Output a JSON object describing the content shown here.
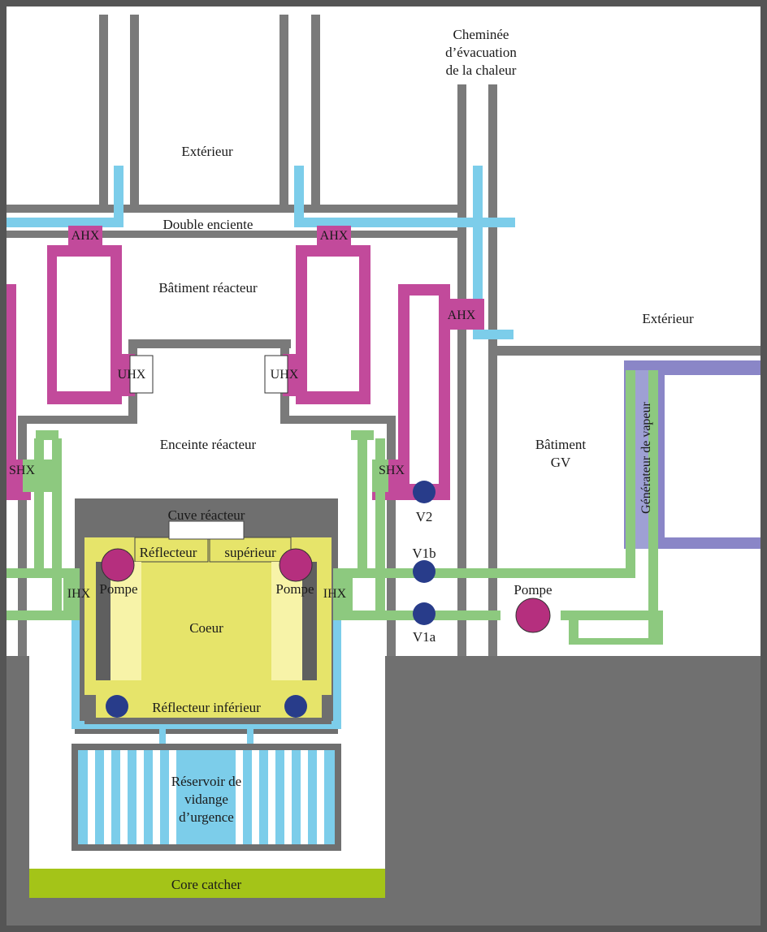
{
  "labels": {
    "chimney": [
      "Cheminée",
      "d’évacuation",
      "de la chaleur"
    ],
    "exterior_top": "Extérieur",
    "exterior_right": "Extérieur",
    "double_enclosure": "Double enciente",
    "reactor_building": "Bâtiment réacteur",
    "reactor_enclosure": "Enceinte réacteur",
    "sg_building": [
      "Bâtiment",
      "GV"
    ],
    "steam_generator": "Générateur de vapeur",
    "vessel": "Cuve réacteur",
    "upper_reflector_left": "Réflecteur",
    "upper_reflector_right": "supérieur",
    "core": "Coeur",
    "lower_reflector": "Réflecteur inférieur",
    "pump_left": "Pompe",
    "pump_right": "Pompe",
    "pump_sg": "Pompe",
    "tank": [
      "Réservoir de",
      "vidange",
      "d’urgence"
    ],
    "core_catcher": "Core catcher",
    "ahx_1": "AHX",
    "ahx_2": "AHX",
    "ahx_3": "AHX",
    "uhx_left": "UHX",
    "uhx_right": "UHX",
    "shx_left": "SHX",
    "shx_right": "SHX",
    "ihx_left": "IHX",
    "ihx_right": "IHX",
    "v2": "V2",
    "v1b": "V1b",
    "v1a": "V1a"
  },
  "colors": {
    "wall": "#707070",
    "air": "#7ccdea",
    "intermediate": "#c24a9b",
    "secondary": "#8dc97f",
    "vessel": "#e6e46a",
    "reflector_cols": "#f7f3a8",
    "pump": "#b52f7e",
    "valve": "#283c8a",
    "steam_gen": "#8a86c7",
    "core_catcher": "#a4c418"
  }
}
